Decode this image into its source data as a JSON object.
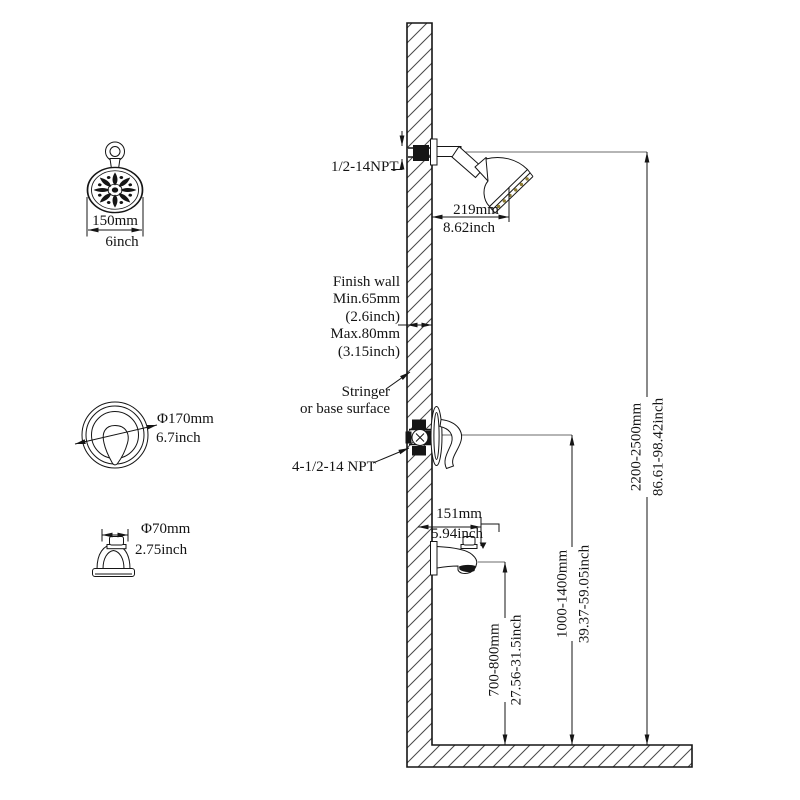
{
  "figures": {
    "showerhead_face": {
      "width_mm": "150mm",
      "width_in": "6inch"
    },
    "handle_trim": {
      "dia_mm": "Φ170mm",
      "dia_in": "6.7inch"
    },
    "spout_face": {
      "dia_mm": "Φ70mm",
      "dia_in": "2.75inch"
    }
  },
  "annotations": {
    "arm_thread": "1/2-14NPT",
    "arm_reach": {
      "mm": "219mm",
      "in": "8.62inch"
    },
    "finish_wall": {
      "l1": "Finish wall",
      "l2": "Min.65mm",
      "l3": "(2.6inch)",
      "l4": "Max.80mm",
      "l5": "(3.15inch)"
    },
    "stringer": {
      "l1": "Stringer",
      "l2": "or base surface"
    },
    "valve_thread": "4-1/2-14 NPT",
    "spout_reach": {
      "mm": "151mm",
      "in": "5.94inch"
    }
  },
  "heights": {
    "spout_height": {
      "mm": "700-800mm",
      "in": "27.56-31.5inch"
    },
    "valve_height": {
      "mm": "1000-1400mm",
      "in": "39.37-59.05inch"
    },
    "showerhead_height": {
      "mm": "2200-2500mm",
      "in": "86.61-98.42inch"
    }
  },
  "colors": {
    "line": "#151515",
    "hatch": "#4a4a4a",
    "gold": "#8f7d33",
    "background": "#ffffff"
  }
}
